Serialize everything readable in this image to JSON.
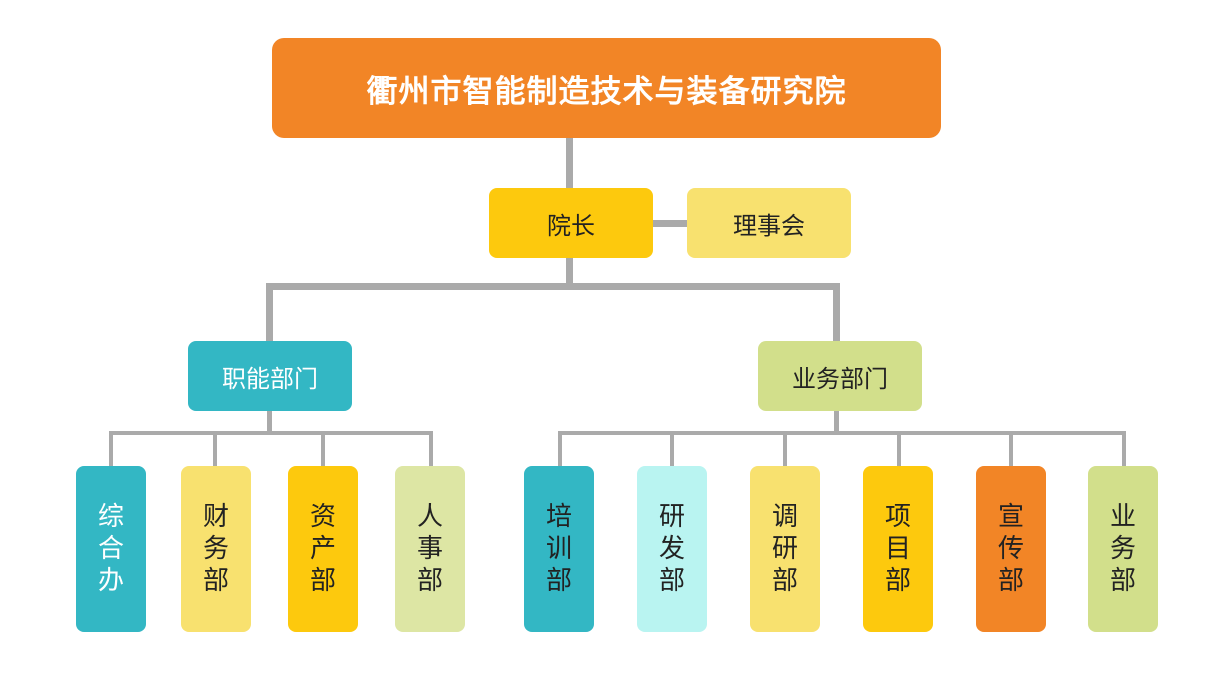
{
  "root": {
    "label": "衢州市智能制造技术与装备研究院",
    "color": "#f28526"
  },
  "head": {
    "label": "院长",
    "color": "#fdc90d"
  },
  "board": {
    "label": "理事会",
    "color": "#f8e16f"
  },
  "groups": [
    {
      "label": "职能部门",
      "color": "#33b7c4"
    },
    {
      "label": "业务部门",
      "color": "#d2df8b"
    }
  ],
  "departments": [
    {
      "label": "综合办",
      "color": "#33b7c4"
    },
    {
      "label": "财务部",
      "color": "#f8e16f"
    },
    {
      "label": "资产部",
      "color": "#fdc90d"
    },
    {
      "label": "人事部",
      "color": "#dde6a4"
    },
    {
      "label": "培训部",
      "color": "#33b7c4"
    },
    {
      "label": "研发部",
      "color": "#b9f4f1"
    },
    {
      "label": "调研部",
      "color": "#f8e16f"
    },
    {
      "label": "项目部",
      "color": "#fdc90d"
    },
    {
      "label": "宣传部",
      "color": "#f28526"
    },
    {
      "label": "业务部",
      "color": "#d2df8b"
    }
  ]
}
